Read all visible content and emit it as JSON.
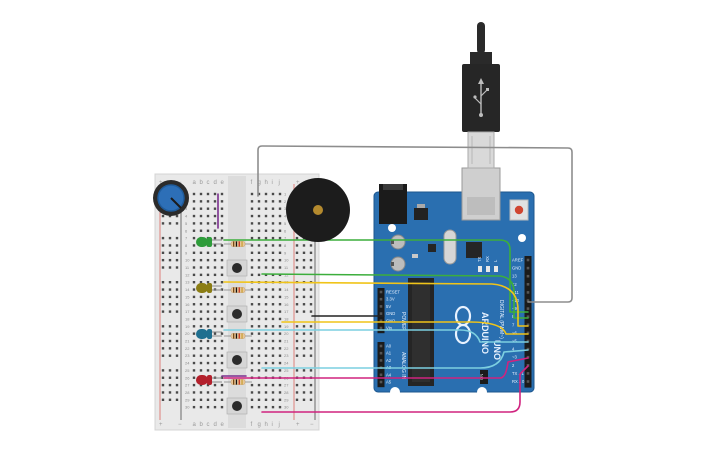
{
  "breadboard": {
    "column_letters": [
      "a",
      "b",
      "c",
      "d",
      "e",
      "f",
      "g",
      "h",
      "i",
      "j"
    ],
    "row_numbers": [
      "1",
      "2",
      "3",
      "4",
      "5",
      "6",
      "7",
      "8",
      "9",
      "10",
      "11",
      "12",
      "13",
      "14",
      "15",
      "16",
      "17",
      "18",
      "19",
      "20",
      "21",
      "22",
      "23",
      "24",
      "25",
      "26",
      "27",
      "28",
      "29",
      "30"
    ],
    "rail_plus": "+",
    "rail_minus": "−",
    "colors": {
      "board": "#e9e9e9",
      "rail_plus": "#d9544d",
      "rail_minus": "#333333",
      "hole": "#4a4a4a"
    }
  },
  "arduino": {
    "brand": "ARDUINO",
    "model": "UNO",
    "power_header_labels": [
      "RESET",
      "3.3V",
      "5V",
      "GND",
      "GND",
      "Vin"
    ],
    "power_title": "POWER",
    "analog_header_labels": [
      "A0",
      "A1",
      "A2",
      "A3",
      "A4",
      "A5"
    ],
    "analog_title": "ANALOG IN",
    "digital_header_labels": [
      "AREF",
      "GND",
      "13",
      "12",
      "~11",
      "~10",
      "~9",
      "8",
      "7",
      "~6",
      "~5",
      "4",
      "~3",
      "2",
      "TX→1",
      "RX←0"
    ],
    "digital_title": "DIGITAL (PWM~)",
    "led_labels": [
      "TX",
      "RX",
      "L"
    ],
    "on_label": "ON",
    "colors": {
      "board": "#2a6fb0",
      "board_edge": "#1d578e",
      "header": "#1b1b1b",
      "chip": "#252525"
    }
  },
  "components": {
    "leds": [
      {
        "name": "led-green",
        "color": "#2e9c3a"
      },
      {
        "name": "led-olive",
        "color": "#8b7d14"
      },
      {
        "name": "led-teal",
        "color": "#1f6f8f"
      },
      {
        "name": "led-red",
        "color": "#b3202c"
      }
    ],
    "buzzer_color": "#1c1c1c",
    "potentiometer_color": "#2d6fb7"
  },
  "wire_colors": {
    "green": "#3cae3c",
    "yellow": "#f0c419",
    "black": "#222222",
    "cyan": "#7ccfe0",
    "magenta": "#d0237f",
    "gray": "#8d8d8d",
    "purple": "#7b2f8e"
  }
}
